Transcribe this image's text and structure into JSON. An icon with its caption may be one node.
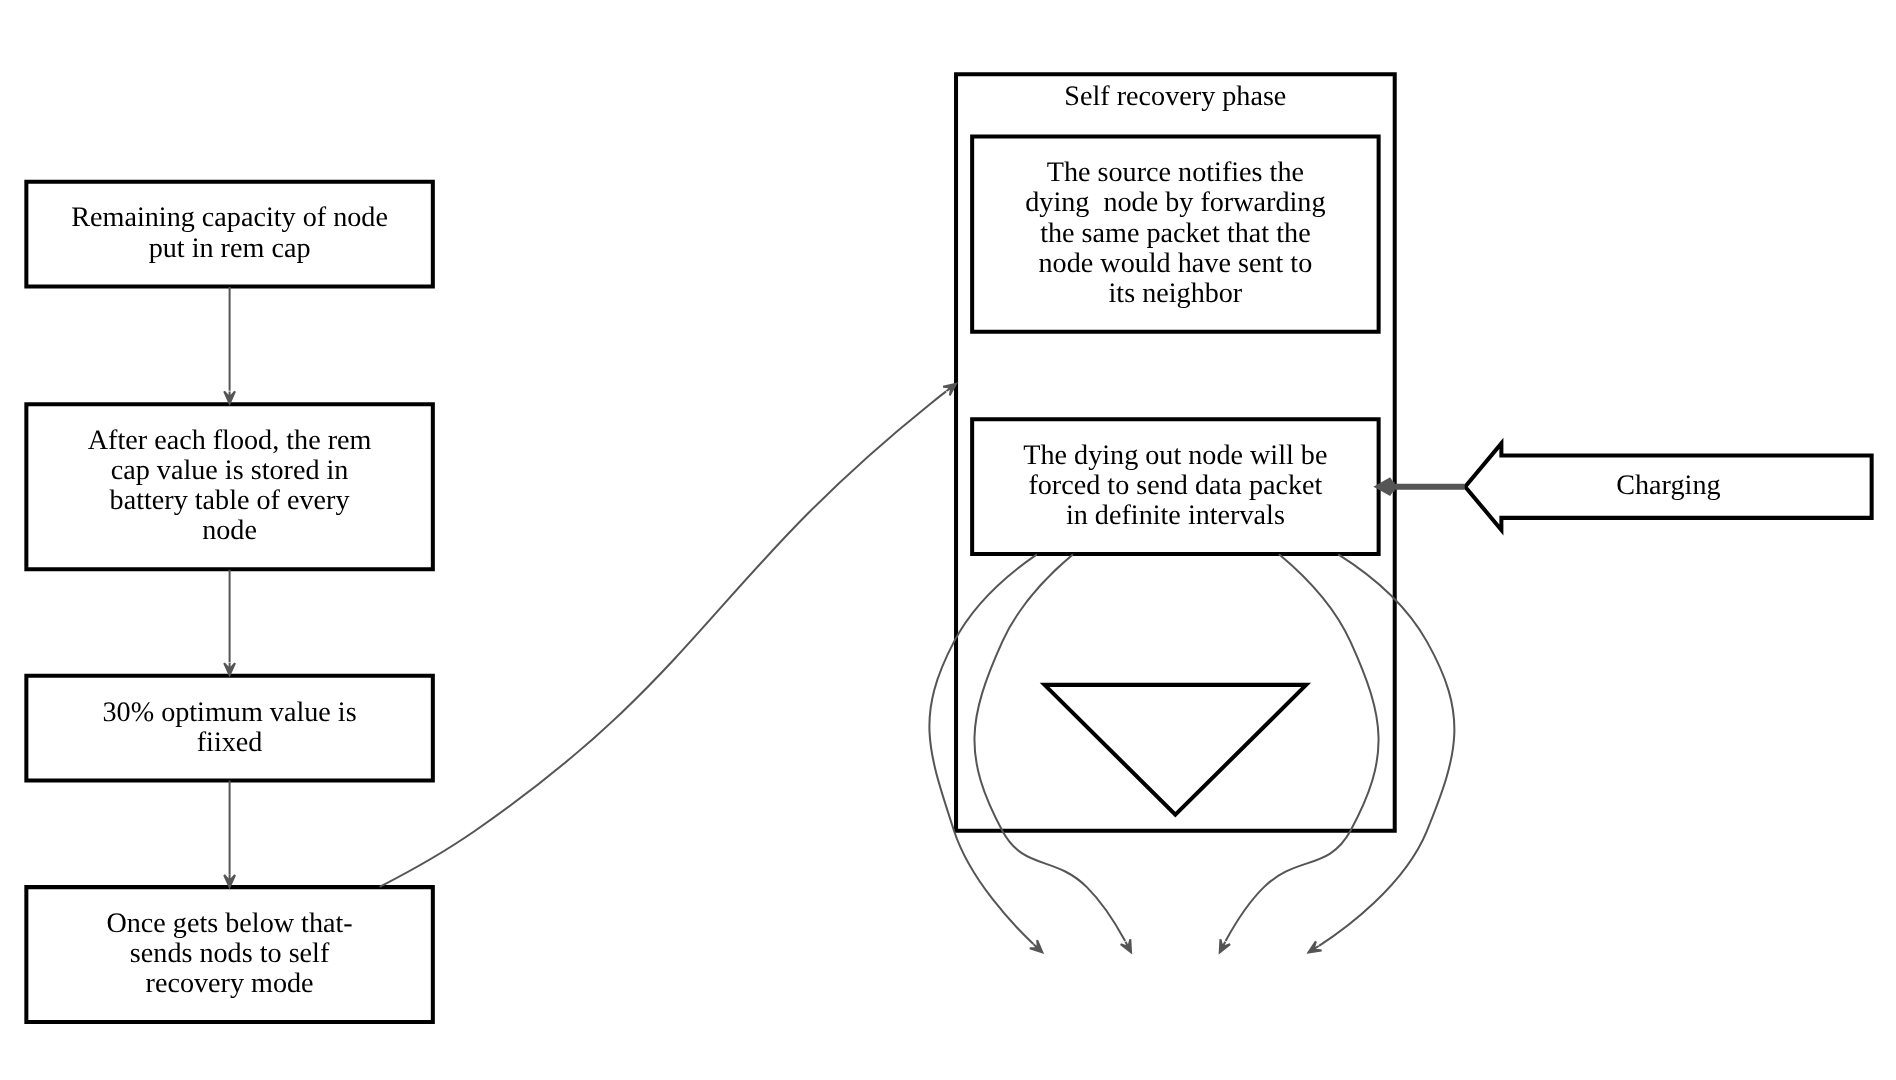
{
  "diagram": {
    "nodes": [
      {
        "text": [
          "Remaining capacity of node put in rem cap"
        ]
      },
      {
        "text": [
          "After each flood, the rem cap value is stored in battery table of every node"
        ]
      },
      {
        "text": [
          "30% optimum value is fiixed"
        ]
      },
      {
        "text": [
          "Once gets below that- sends nods to self recovery mode"
        ]
      },
      {
        "text": [
          "Self recovery phase"
        ]
      },
      {
        "text": [
          "The source notifies the dying  node by forwarding the same packet that the node would have sent to its neighbor"
        ],
        "in": 4
      },
      {
        "text": [
          "The dying out node will be forced to send data packet in definite intervals"
        ],
        "in": 4
      },
      {
        "text": [
          "Charging"
        ]
      },
      {
        "text": [],
        "shape": "arrow",
        "in": 4
      }
    ],
    "edges": [
      {
        "from": 0,
        "to": 1,
        "arrow": "to"
      },
      {
        "from": 1,
        "to": 2,
        "arrow": "to"
      },
      {
        "from": 2,
        "to": 3,
        "arrow": "to"
      },
      {
        "from": 3,
        "to": 4,
        "arrow": "to"
      },
      {
        "from": 7,
        "to": 6,
        "arrow": "to",
        "style": "thick"
      },
      {
        "from": 6,
        "to": null,
        "arrow": "to"
      },
      {
        "from": 6,
        "to": null,
        "arrow": "to"
      },
      {
        "from": 6,
        "to": null,
        "arrow": "to"
      },
      {
        "from": 6,
        "to": null,
        "arrow": "to"
      }
    ]
  }
}
